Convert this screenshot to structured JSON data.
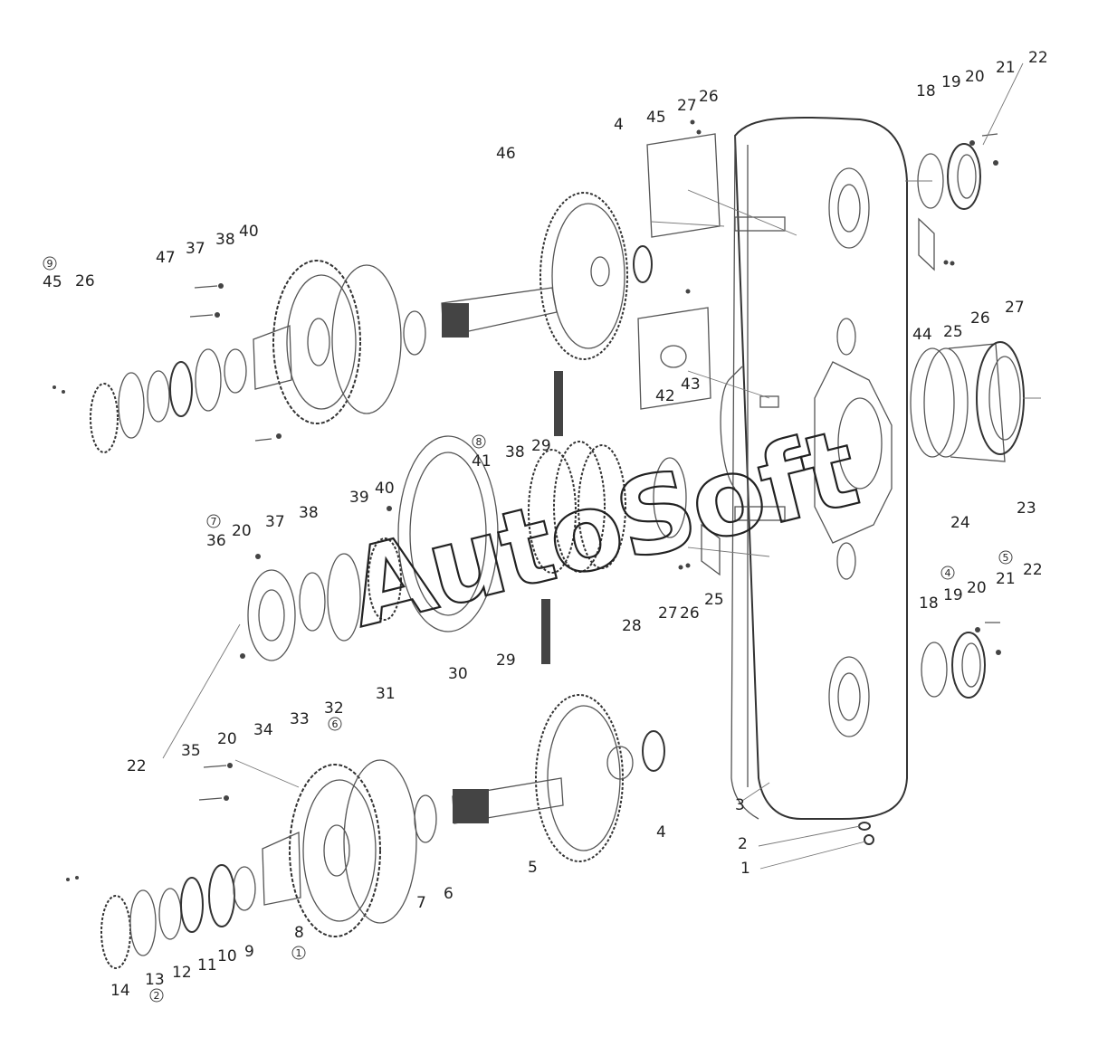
{
  "watermark": "AutoSoft",
  "part_numbers": [
    "1",
    "2",
    "3",
    "4",
    "4",
    "5",
    "6",
    "7",
    "8",
    "9",
    "10",
    "11",
    "12",
    "13",
    "14",
    "18",
    "18",
    "19",
    "19",
    "20",
    "20",
    "20",
    "20",
    "21",
    "21",
    "22",
    "22",
    "22",
    "23",
    "24",
    "25",
    "25",
    "26",
    "26",
    "26",
    "26",
    "27",
    "27",
    "27",
    "28",
    "29",
    "29",
    "30",
    "31",
    "32",
    "33",
    "34",
    "35",
    "36",
    "37",
    "37",
    "38",
    "38",
    "38",
    "39",
    "40",
    "40",
    "41",
    "42",
    "43",
    "44",
    "45",
    "45",
    "46",
    "47"
  ],
  "group_markers": [
    "1",
    "2",
    "4",
    "5",
    "6",
    "7",
    "8",
    "9"
  ],
  "colors": {
    "line": "#555555",
    "text": "#222222",
    "background": "#ffffff"
  }
}
